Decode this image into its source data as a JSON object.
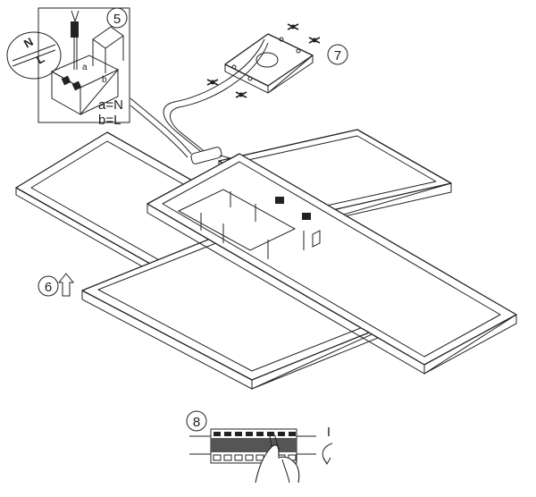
{
  "steps": {
    "step5": "5",
    "step6": "6",
    "step7": "7",
    "step8": "8"
  },
  "wiring": {
    "line1": "a=N",
    "line2": "b=L"
  },
  "inset_wire_labels": {
    "n": "N",
    "l": "L",
    "a": "a",
    "b": "b"
  },
  "breaker": {
    "switch_label": "I"
  },
  "icons": {
    "step6_arrow": "up-arrow-icon",
    "step8_rotate": "curved-arrow-icon",
    "step8_hand": "hand-icon"
  }
}
